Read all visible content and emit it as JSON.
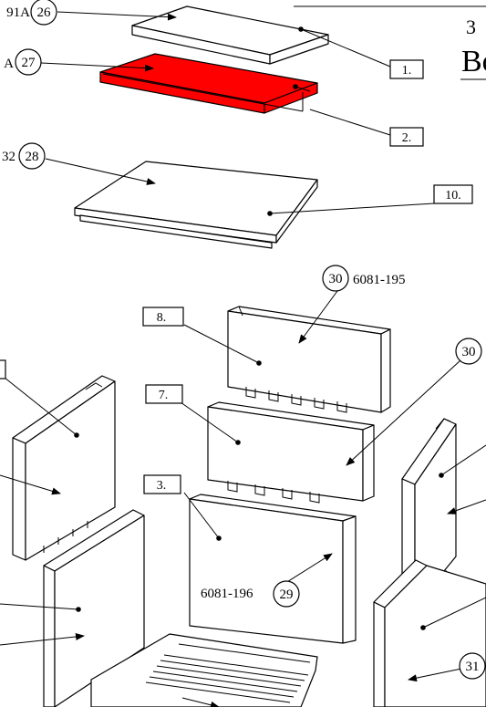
{
  "header": {
    "title_fragment_top": "3",
    "title_fragment_bottom": "Bo"
  },
  "callouts": [
    {
      "number": "26",
      "code": "91A"
    },
    {
      "number": "27",
      "code": "A"
    },
    {
      "number": "28",
      "code": "32"
    },
    {
      "number": "30",
      "code": "6081-195"
    },
    {
      "number": "30",
      "code": ""
    },
    {
      "number": "29",
      "code": "6081-196"
    },
    {
      "number": "31",
      "code": ""
    }
  ],
  "position_labels": [
    "1.",
    "2.",
    "10.",
    "8.",
    "7.",
    "3."
  ],
  "colors": {
    "highlight": "#ff0000",
    "line": "#000000",
    "background": "#ffffff"
  }
}
